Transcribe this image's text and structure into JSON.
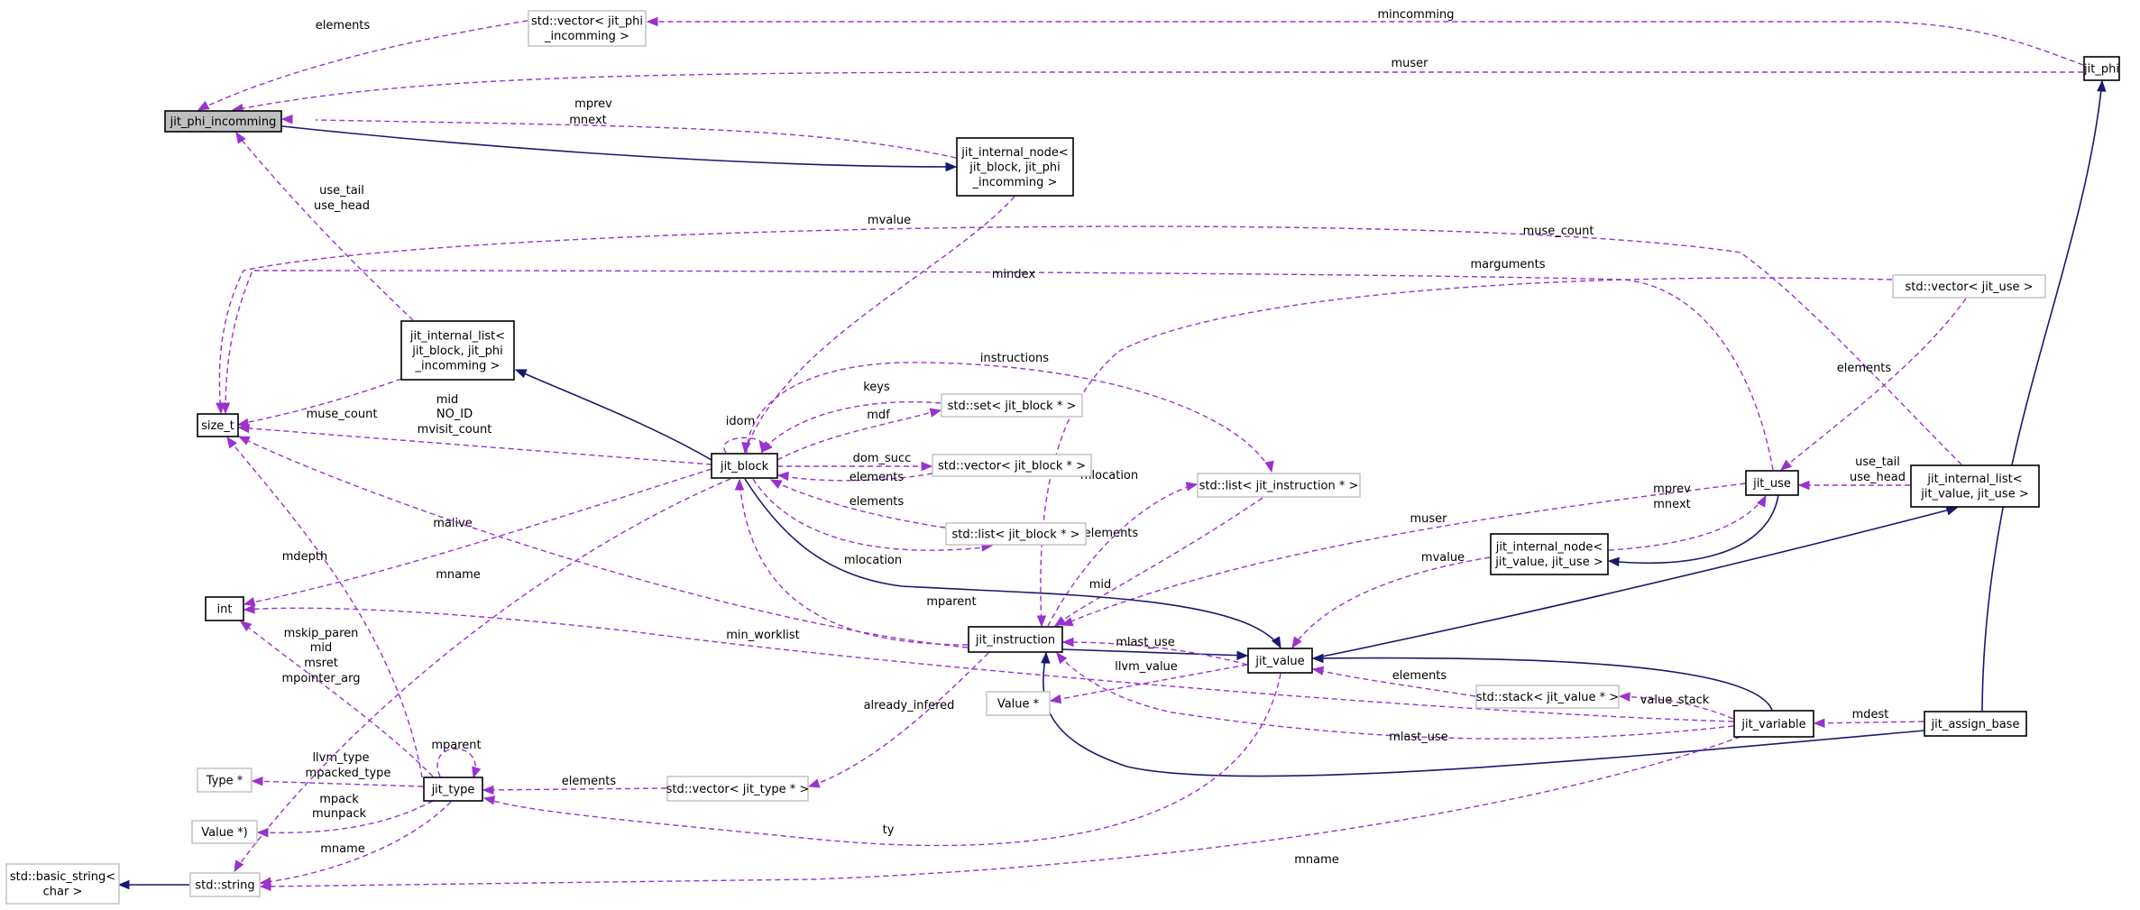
{
  "nodes": [
    {
      "id": "jit_phi_incomming",
      "lines": [
        "jit_phi_incomming"
      ],
      "style": "hl"
    },
    {
      "id": "vec_phi_inc",
      "lines": [
        "std::vector< jit_phi",
        "_incomming >"
      ],
      "style": "ext"
    },
    {
      "id": "jit_phi",
      "lines": [
        "jit_phi"
      ],
      "style": "normal"
    },
    {
      "id": "node_block_phi",
      "lines": [
        "jit_internal_node<",
        "jit_block, jit_phi",
        "_incomming >"
      ],
      "style": "normal"
    },
    {
      "id": "list_block_phi",
      "lines": [
        "jit_internal_list<",
        "jit_block, jit_phi",
        "_incomming >"
      ],
      "style": "normal"
    },
    {
      "id": "size_t",
      "lines": [
        "size_t"
      ],
      "style": "normal"
    },
    {
      "id": "int",
      "lines": [
        "int"
      ],
      "style": "normal"
    },
    {
      "id": "jit_block",
      "lines": [
        "jit_block"
      ],
      "style": "normal"
    },
    {
      "id": "set_block",
      "lines": [
        "std::set< jit_block * >"
      ],
      "style": "ext"
    },
    {
      "id": "vec_block",
      "lines": [
        "std::vector< jit_block * >"
      ],
      "style": "ext"
    },
    {
      "id": "list_block",
      "lines": [
        "std::list< jit_block * >"
      ],
      "style": "ext"
    },
    {
      "id": "list_instr",
      "lines": [
        "std::list< jit_instruction * >"
      ],
      "style": "ext"
    },
    {
      "id": "vec_use",
      "lines": [
        "std::vector< jit_use >"
      ],
      "style": "ext"
    },
    {
      "id": "jit_use",
      "lines": [
        "jit_use"
      ],
      "style": "normal"
    },
    {
      "id": "list_value_use",
      "lines": [
        "jit_internal_list<",
        "jit_value, jit_use >"
      ],
      "style": "normal"
    },
    {
      "id": "node_value_use",
      "lines": [
        "jit_internal_node<",
        "jit_value, jit_use >"
      ],
      "style": "normal"
    },
    {
      "id": "jit_instruction",
      "lines": [
        "jit_instruction"
      ],
      "style": "normal"
    },
    {
      "id": "jit_value",
      "lines": [
        "jit_value"
      ],
      "style": "normal"
    },
    {
      "id": "value_ptr",
      "lines": [
        "Value *"
      ],
      "style": "ext"
    },
    {
      "id": "stack_value",
      "lines": [
        "std::stack< jit_value * >"
      ],
      "style": "ext"
    },
    {
      "id": "jit_variable",
      "lines": [
        "jit_variable"
      ],
      "style": "normal"
    },
    {
      "id": "jit_assign_base",
      "lines": [
        "jit_assign_base"
      ],
      "style": "normal"
    },
    {
      "id": "type_ptr",
      "lines": [
        "Type *"
      ],
      "style": "ext"
    },
    {
      "id": "value_ptr2",
      "lines": [
        "Value *)"
      ],
      "style": "ext"
    },
    {
      "id": "jit_type",
      "lines": [
        "jit_type"
      ],
      "style": "normal"
    },
    {
      "id": "vec_type",
      "lines": [
        "std::vector< jit_type * >"
      ],
      "style": "ext"
    },
    {
      "id": "basic_string",
      "lines": [
        "std::basic_string<",
        "char >"
      ],
      "style": "ext"
    },
    {
      "id": "std_string",
      "lines": [
        "std::string"
      ],
      "style": "ext"
    }
  ],
  "edges": [
    {
      "id": "e-vecphi-phiinc",
      "kind": "use",
      "label": [
        "elements"
      ]
    },
    {
      "id": "e-phi-vecphi",
      "kind": "use",
      "label": [
        "mincomming"
      ]
    },
    {
      "id": "e-phi-phiinc",
      "kind": "use",
      "label": [
        "muser"
      ]
    },
    {
      "id": "e-nodeblk-phiinc",
      "kind": "use",
      "label": [
        "mprev",
        "mnext"
      ]
    },
    {
      "id": "e-phiinc-nodeblk",
      "kind": "inh",
      "label": []
    },
    {
      "id": "e-listblk-phiinc",
      "kind": "use",
      "label": [
        "use_tail",
        "use_head"
      ]
    },
    {
      "id": "e-nodeblk-block",
      "kind": "use",
      "label": [
        "mvalue"
      ]
    },
    {
      "id": "e-listblk-size",
      "kind": "use",
      "label": [
        "muse_count"
      ]
    },
    {
      "id": "e-block-listblk",
      "kind": "inh",
      "label": []
    },
    {
      "id": "e-block-size",
      "kind": "use",
      "label": [
        "mid",
        "NO_ID",
        "mvisit_count"
      ]
    },
    {
      "id": "e-listvu-size",
      "kind": "use",
      "label": [
        "muse_count"
      ]
    },
    {
      "id": "e-use-size",
      "kind": "use",
      "label": [
        "mindex"
      ]
    },
    {
      "id": "e-block-int",
      "kind": "use",
      "label": [
        "malive"
      ]
    },
    {
      "id": "e-instr-size",
      "kind": "use",
      "label": [
        "mid"
      ]
    },
    {
      "id": "e-type-size",
      "kind": "use",
      "label": [
        "mdepth"
      ]
    },
    {
      "id": "e-block-block",
      "kind": "use",
      "label": [
        "idom"
      ]
    },
    {
      "id": "e-set-block",
      "kind": "use",
      "label": [
        "keys"
      ]
    },
    {
      "id": "e-block-set",
      "kind": "use",
      "label": [
        "mdf"
      ]
    },
    {
      "id": "e-block-vec",
      "kind": "use",
      "label": [
        "dom_succ"
      ]
    },
    {
      "id": "e-vec-block",
      "kind": "use",
      "label": [
        "elements"
      ]
    },
    {
      "id": "e-list-block",
      "kind": "use",
      "label": [
        "elements"
      ]
    },
    {
      "id": "e-block-list",
      "kind": "use",
      "label": [
        "mlocation"
      ]
    },
    {
      "id": "e-block-listinstr",
      "kind": "use",
      "label": [
        "instructions"
      ]
    },
    {
      "id": "e-listinstr-instr",
      "kind": "use",
      "label": [
        "elements"
      ]
    },
    {
      "id": "e-instr-listinstr",
      "kind": "use",
      "label": [
        "mlocation"
      ]
    },
    {
      "id": "e-instr-block",
      "kind": "use",
      "label": [
        "mparent"
      ]
    },
    {
      "id": "e-vecuse-instr",
      "kind": "use",
      "label": [
        "marguments"
      ]
    },
    {
      "id": "e-use-instr",
      "kind": "use",
      "label": [
        "muser"
      ]
    },
    {
      "id": "e-vecuse-use",
      "kind": "use",
      "label": [
        "elements"
      ]
    },
    {
      "id": "e-listvu-use",
      "kind": "use",
      "label": [
        "use_tail",
        "use_head"
      ]
    },
    {
      "id": "e-nodevu-use",
      "kind": "use",
      "label": [
        "mprev",
        "mnext"
      ]
    },
    {
      "id": "e-use-nodevu",
      "kind": "inh",
      "label": []
    },
    {
      "id": "e-nodevu-value",
      "kind": "use",
      "label": [
        "mvalue"
      ]
    },
    {
      "id": "e-value-listvu",
      "kind": "inh",
      "label": []
    },
    {
      "id": "e-block-value",
      "kind": "inh",
      "label": []
    },
    {
      "id": "e-instr-value",
      "kind": "inh",
      "label": []
    },
    {
      "id": "e-value-instr",
      "kind": "use",
      "label": [
        "mlast_use"
      ]
    },
    {
      "id": "e-variable-value",
      "kind": "inh",
      "label": []
    },
    {
      "id": "e-stack-value",
      "kind": "use",
      "label": [
        "elements"
      ]
    },
    {
      "id": "e-variable-stack",
      "kind": "use",
      "label": [
        "value_stack"
      ]
    },
    {
      "id": "e-variable-instr",
      "kind": "use",
      "label": [
        "mlast_use"
      ]
    },
    {
      "id": "e-assign-variable",
      "kind": "use",
      "label": [
        "mdest"
      ]
    },
    {
      "id": "e-assign-instr",
      "kind": "inh",
      "label": []
    },
    {
      "id": "e-assign-phi",
      "kind": "inh",
      "label": []
    },
    {
      "id": "e-value-valueptr",
      "kind": "use",
      "label": [
        "llvm_value"
      ]
    },
    {
      "id": "e-variable-int",
      "kind": "use",
      "label": [
        "min_worklist"
      ]
    },
    {
      "id": "e-instr-vectype",
      "kind": "use",
      "label": [
        "already_infered"
      ]
    },
    {
      "id": "e-vectype-type",
      "kind": "use",
      "label": [
        "elements"
      ]
    },
    {
      "id": "e-value-type",
      "kind": "use",
      "label": [
        "ty"
      ]
    },
    {
      "id": "e-type-int",
      "kind": "use",
      "label": [
        "mskip_paren",
        "mid",
        "msret",
        "mpointer_arg"
      ]
    },
    {
      "id": "e-type-type",
      "kind": "use",
      "label": [
        "mparent"
      ]
    },
    {
      "id": "e-type-typeptr",
      "kind": "use",
      "label": [
        "llvm_type",
        "mpacked_type"
      ]
    },
    {
      "id": "e-type-valueptr2",
      "kind": "use",
      "label": [
        "mpack",
        "munpack"
      ]
    },
    {
      "id": "e-type-string",
      "kind": "use",
      "label": [
        "mname"
      ]
    },
    {
      "id": "e-block-string",
      "kind": "use",
      "label": [
        "mname"
      ]
    },
    {
      "id": "e-variable-string",
      "kind": "use",
      "label": [
        "mname"
      ]
    },
    {
      "id": "e-string-basic",
      "kind": "inh",
      "label": []
    }
  ]
}
